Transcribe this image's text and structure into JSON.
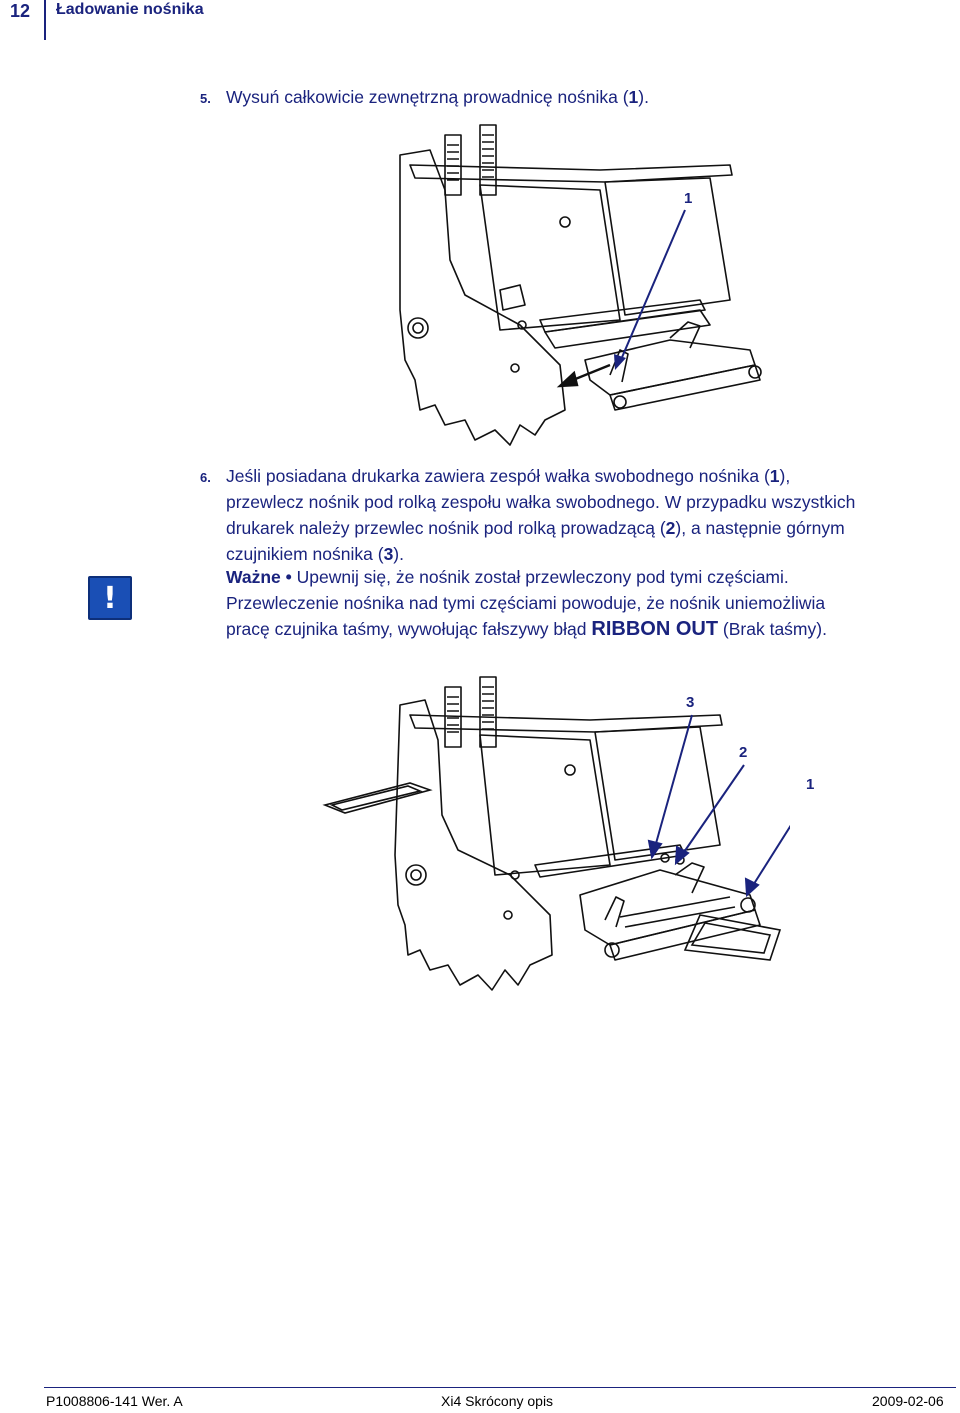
{
  "header": {
    "page_number": "12",
    "section_title": "Ładowanie nośnika"
  },
  "step5": {
    "number": "5.",
    "text_before": "Wysuń całkowicie zewnętrzną prowadnicę nośnika (",
    "ref1": "1",
    "text_after": ")."
  },
  "figure1": {
    "callout_1": "1"
  },
  "step6": {
    "number": "6.",
    "line1_before": "Jeśli posiadana drukarka zawiera zespół wałka swobodnego nośnika (",
    "line1_ref": "1",
    "line1_after": "),",
    "line2": "przewlecz nośnik pod rolką zespołu wałka swobodnego. W przypadku wszystkich",
    "line3_before": "drukarek należy przewlec nośnik pod rolką prowadzącą (",
    "line3_ref": "2",
    "line3_after": "), a następnie górnym",
    "line4_before": "czujnikiem nośnika (",
    "line4_ref": "3",
    "line4_after": ")."
  },
  "note": {
    "icon": "exclamation-icon",
    "label": "Ważne •",
    "line1": " Upewnij się, że nośnik został przewleczony pod tymi częściami.",
    "line2": "Przewleczenie nośnika nad tymi częściami powoduje, że nośnik uniemożliwia",
    "line3_before": "pracę czujnika taśmy, wywołując fałszywy błąd ",
    "line3_bold": "RIBBON OUT",
    "line3_after": " (Brak taśmy)."
  },
  "figure2": {
    "callout_3": "3",
    "callout_2": "2",
    "callout_1": "1"
  },
  "footer": {
    "doc_id": "P1008806-141 Wer. A",
    "doc_title": "Xi4 Skrócony opis",
    "date": "2009-02-06"
  },
  "colors": {
    "accent": "#1a237e",
    "warning_icon": "#1a4fb5"
  }
}
